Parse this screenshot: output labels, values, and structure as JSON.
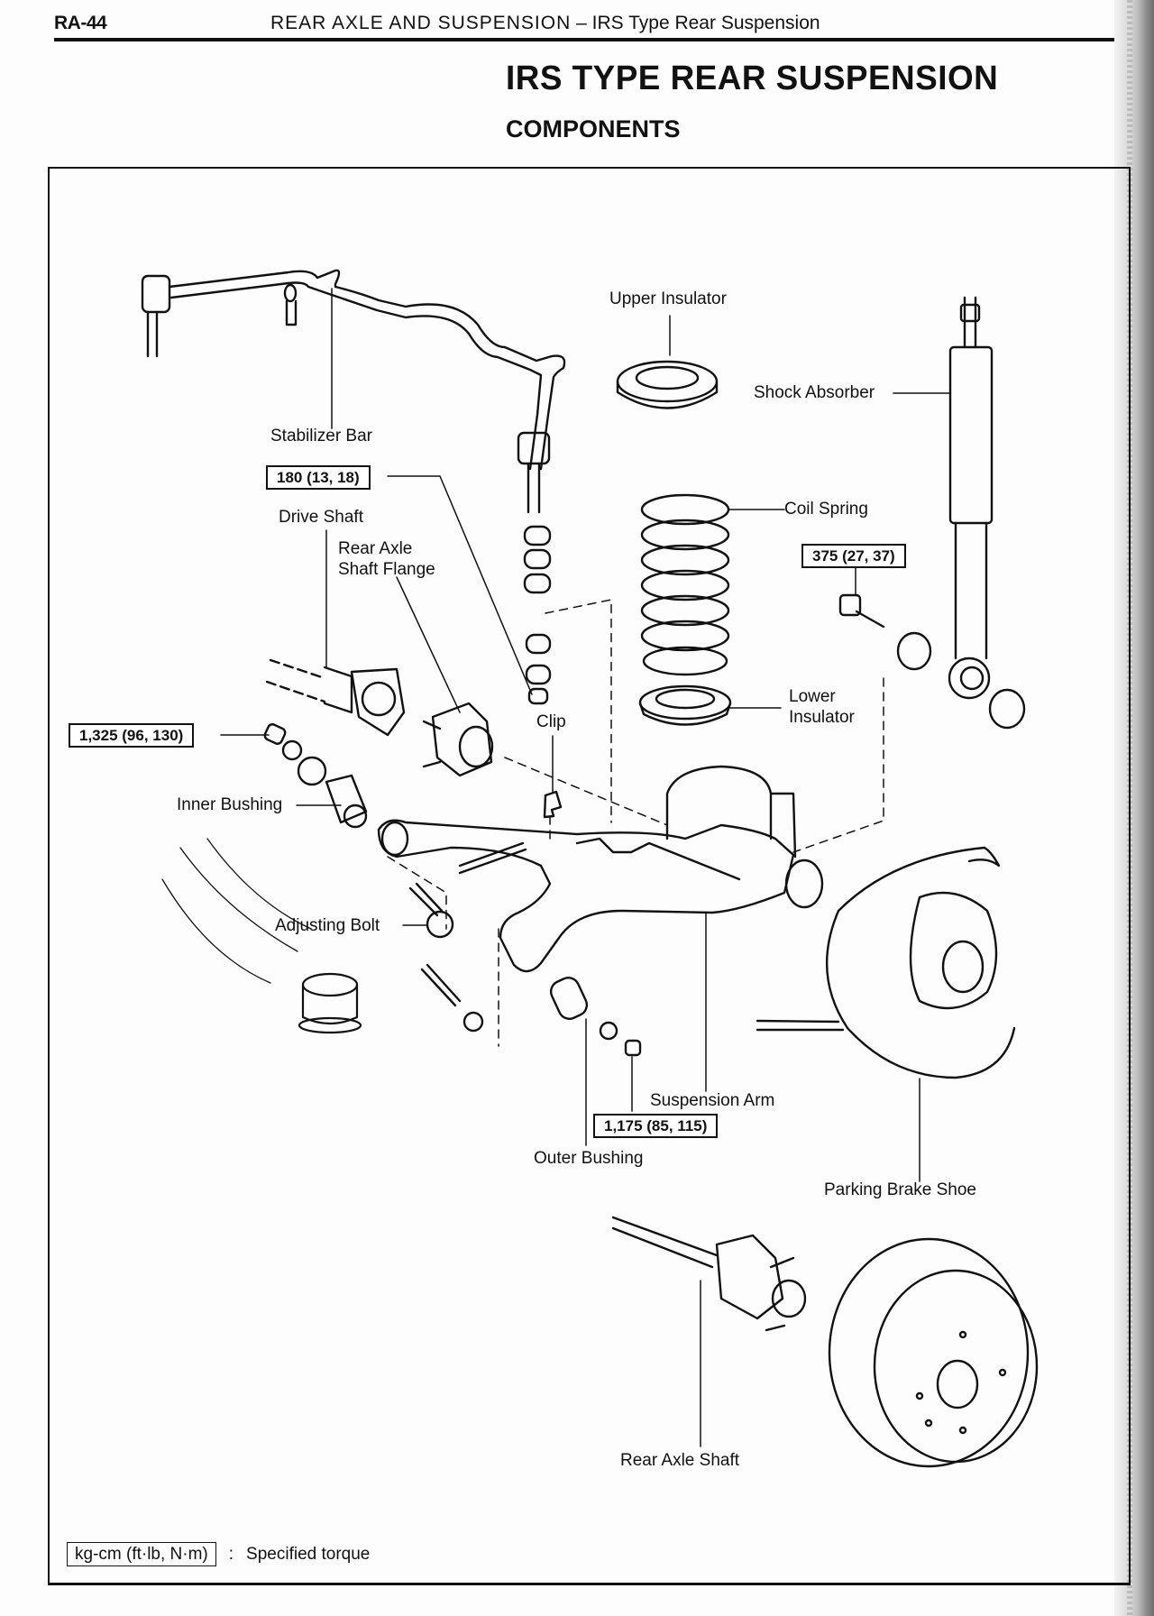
{
  "header": {
    "page_number": "RA-44",
    "section": "REAR AXLE AND SUSPENSION",
    "separator": " – ",
    "subsection": "IRS Type Rear Suspension"
  },
  "title": "IRS TYPE REAR SUSPENSION",
  "subtitle": "COMPONENTS",
  "diagram": {
    "labels": {
      "stabilizer_bar": "Stabilizer Bar",
      "upper_insulator": "Upper Insulator",
      "shock_absorber": "Shock Absorber",
      "drive_shaft": "Drive Shaft",
      "rear_axle_shaft_flange_line1": "Rear Axle",
      "rear_axle_shaft_flange_line2": "Shaft Flange",
      "coil_spring": "Coil Spring",
      "lower_insulator_line1": "Lower",
      "lower_insulator_line2": "Insulator",
      "clip": "Clip",
      "inner_bushing": "Inner Bushing",
      "adjusting_bolt": "Adjusting Bolt",
      "suspension_arm": "Suspension Arm",
      "outer_bushing": "Outer Bushing",
      "parking_brake_shoe": "Parking Brake Shoe",
      "rear_axle_shaft": "Rear Axle Shaft"
    },
    "torques": [
      {
        "id": "stabilizer_link",
        "value": "180 (13, 18)"
      },
      {
        "id": "shock_lower_bolt",
        "value": "375 (27, 37)"
      },
      {
        "id": "inner_bushing_nut",
        "value": "1,325 (96, 130)"
      },
      {
        "id": "outer_bushing_nut",
        "value": "1,175 (85, 115)"
      }
    ]
  },
  "legend": {
    "unit_box": "kg-cm (ft·lb, N·m)",
    "separator": ":",
    "description": "Specified torque"
  }
}
